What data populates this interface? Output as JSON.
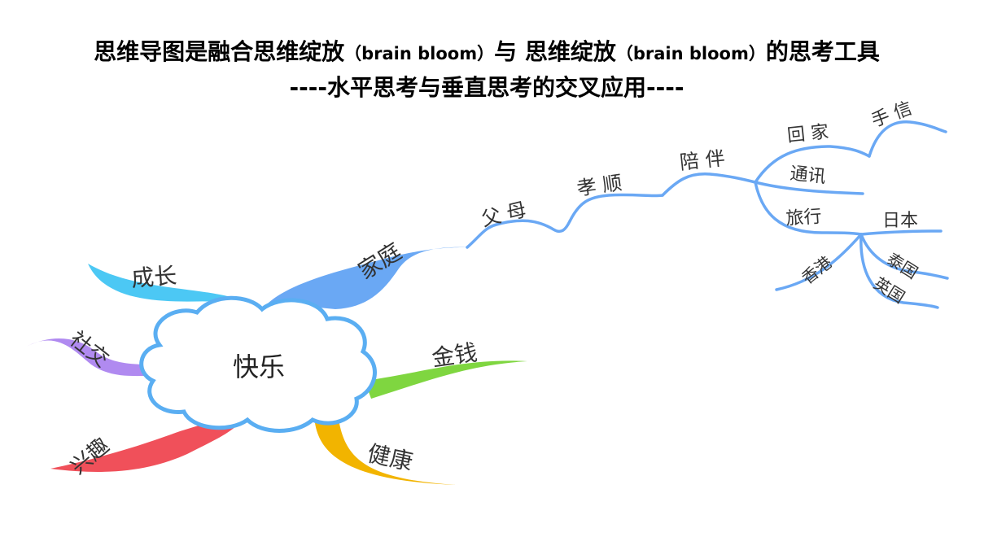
{
  "title": {
    "line1_a": "思维导图是融合思维绽放",
    "line1_b": "（brain bloom）",
    "line1_c": "与 思维绽放",
    "line1_d": "（brain bloom）",
    "line1_e": "的思考工具",
    "line2": "----水平思考与垂直思考的交叉应用----"
  },
  "center": {
    "label": "快乐"
  },
  "branches": {
    "growth": "成长",
    "social": "社交",
    "interest": "兴趣",
    "money": "金钱",
    "health": "健康",
    "family": "家庭"
  },
  "family_chain": {
    "parents": "父 母",
    "filial": "孝 顺",
    "company": "陪 伴",
    "home": "回 家",
    "letter": "手 信",
    "call": "通讯",
    "travel": "旅行",
    "japan": "日本",
    "hongkong": "香港",
    "thailand": "泰国",
    "uk": "英国"
  },
  "colors": {
    "growth": "#4CC8F4",
    "social": "#B08AF0",
    "interest": "#F0505A",
    "money": "#7FD640",
    "health": "#F2B400",
    "family": "#6AA8F4",
    "cloud_stroke": "#5AAEF2"
  }
}
